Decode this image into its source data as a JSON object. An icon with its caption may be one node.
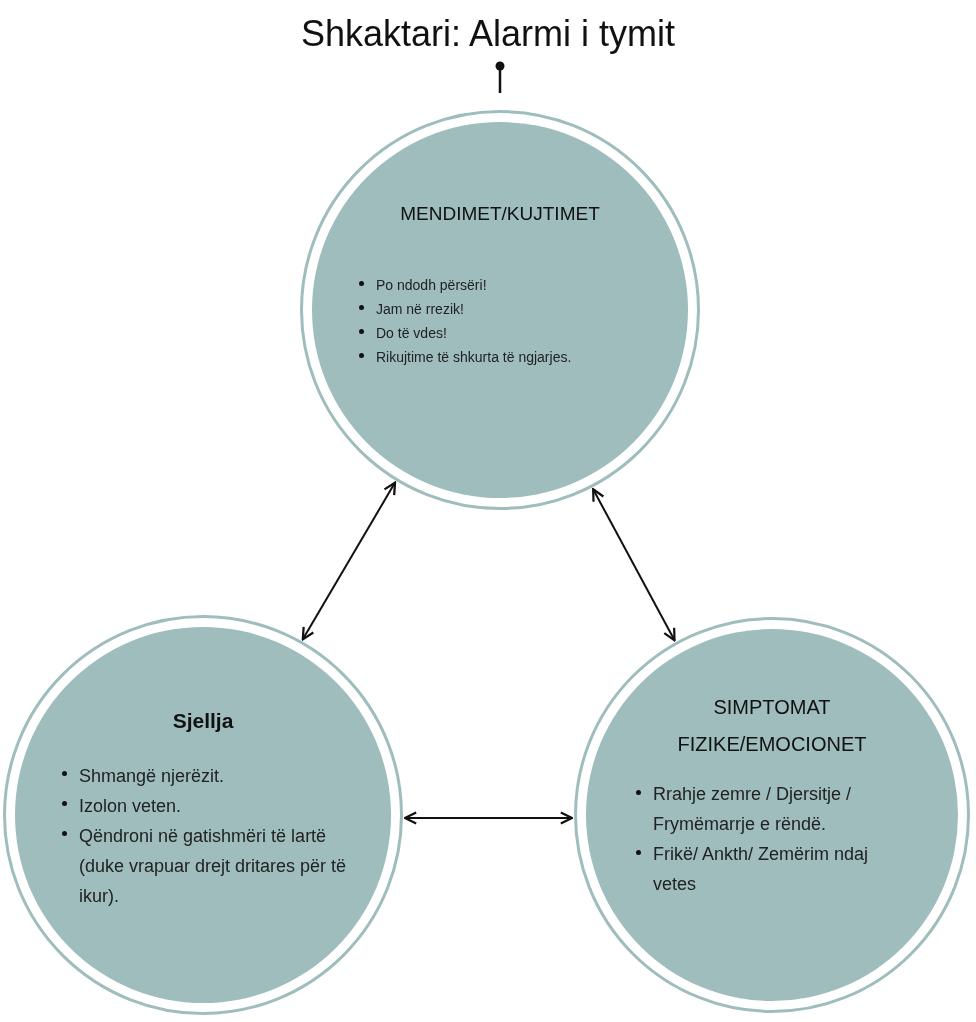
{
  "diagram": {
    "title": "Shkaktari: Alarmi i tymit",
    "nodes": [
      {
        "text": [
          "MENDIMET/KUJTIMET",
          "Po ndodh përsëri!",
          "Jam në rrezik!",
          "Do të vdes!",
          "Rikujtime të shkurta të ngjarjes."
        ]
      },
      {
        "text": [
          "Sjellja",
          "Shmangë njerëzit.",
          "Izolon veten.",
          "Qëndroni në gatishmëri të lartë (duke vrapuar drejt dritares për të ikur)."
        ]
      },
      {
        "text": [
          "SIMPTOMAT FIZIKE/EMOCIONET",
          "Rrahje zemre / Djersitje / Frymëmarrje e rëndë.",
          "Frikë/ Ankth/ Zemërim ndaj vetes"
        ]
      }
    ],
    "edges": [
      {
        "from": 0,
        "to": 1,
        "arrow": "both"
      },
      {
        "from": 0,
        "to": 2,
        "arrow": "both"
      },
      {
        "from": 1,
        "to": 2,
        "arrow": "both"
      }
    ]
  }
}
